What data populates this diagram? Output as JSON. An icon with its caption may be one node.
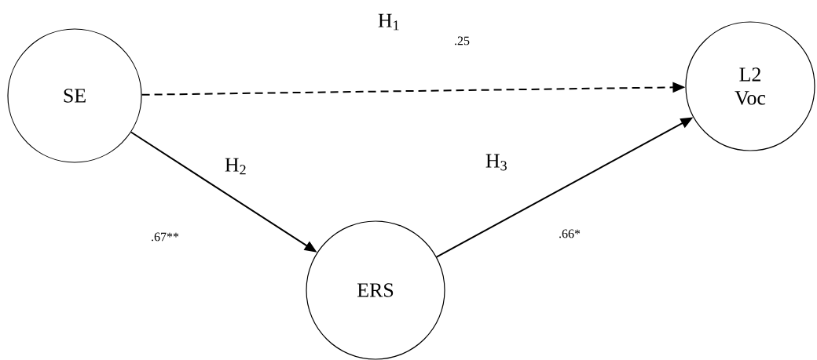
{
  "diagram": {
    "nodes": [
      {
        "text": [
          "SE"
        ]
      },
      {
        "text": [
          "L2 Voc"
        ]
      },
      {
        "text": [
          "ERS"
        ]
      }
    ],
    "edges": [
      {
        "from": 0,
        "to": 1,
        "arrow": "to",
        "style": "dashed"
      },
      {
        "from": 0,
        "to": 2,
        "arrow": "to"
      },
      {
        "from": 2,
        "to": 1,
        "arrow": "to"
      }
    ],
    "labels": [
      "H$_{1}$",
      ".25",
      "H$_{2}$",
      "H$_{3}$",
      ".67**",
      ".66*"
    ]
  }
}
